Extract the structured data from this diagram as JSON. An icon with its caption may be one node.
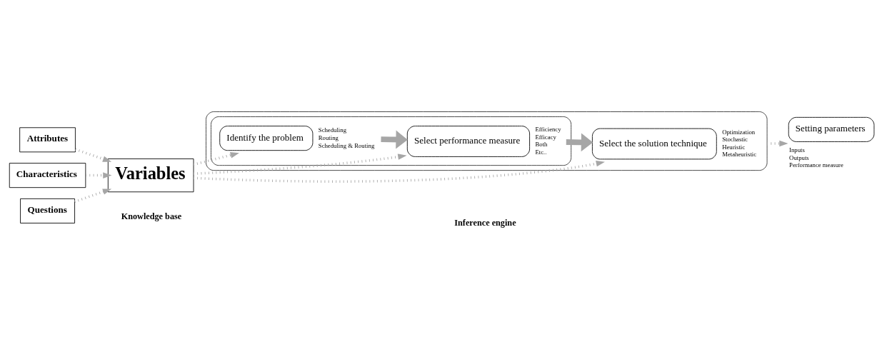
{
  "diagram": {
    "nodes": [
      {
        "text": [
          "Attributes"
        ]
      },
      {
        "text": [
          "Characteristics"
        ]
      },
      {
        "text": [
          "Questions"
        ]
      },
      {
        "text": [
          "Variables"
        ]
      },
      {
        "text": [],
        "shape": "box"
      },
      {
        "text": [],
        "shape": "box",
        "in": 4
      },
      {
        "text": [
          "Identify the problem"
        ],
        "in": 5,
        "beside": [
          "Scheduling",
          "Routing",
          "Scheduling & Routing"
        ]
      },
      {
        "text": [
          "Select performance measure"
        ],
        "in": 5,
        "beside": [
          "Efficiency",
          "Efficacy",
          "Both",
          "Etc.."
        ]
      },
      {
        "text": [
          "Select the solution technique"
        ],
        "in": 4,
        "beside": [
          "Optimization",
          "Stochastic",
          "Heuristic",
          "Metaheuristic"
        ]
      },
      {
        "text": [
          "Setting parameters"
        ],
        "beside": [
          "Inputs",
          "Outputs",
          "Performance measure"
        ]
      }
    ],
    "edges": [
      {
        "from": 0,
        "to": 3,
        "arrow": "to",
        "style": "dashed"
      },
      {
        "from": 1,
        "to": 3,
        "arrow": "to",
        "style": "dashed"
      },
      {
        "from": 2,
        "to": 3,
        "arrow": "to",
        "style": "dashed"
      },
      {
        "from": 3,
        "to": 6,
        "arrow": "to",
        "style": "dashed"
      },
      {
        "from": 3,
        "to": 7,
        "arrow": "to",
        "style": "dashed"
      },
      {
        "from": 3,
        "to": 8,
        "arrow": "to",
        "style": "dashed"
      },
      {
        "from": 6,
        "to": 7,
        "arrow": "to",
        "style": "thick"
      },
      {
        "from": 7,
        "to": 8,
        "arrow": "to",
        "style": "thick"
      },
      {
        "from": 4,
        "to": 9,
        "arrow": "to",
        "style": "dashed"
      }
    ],
    "labels": [
      "Knowledge base",
      "Inference engine"
    ]
  }
}
